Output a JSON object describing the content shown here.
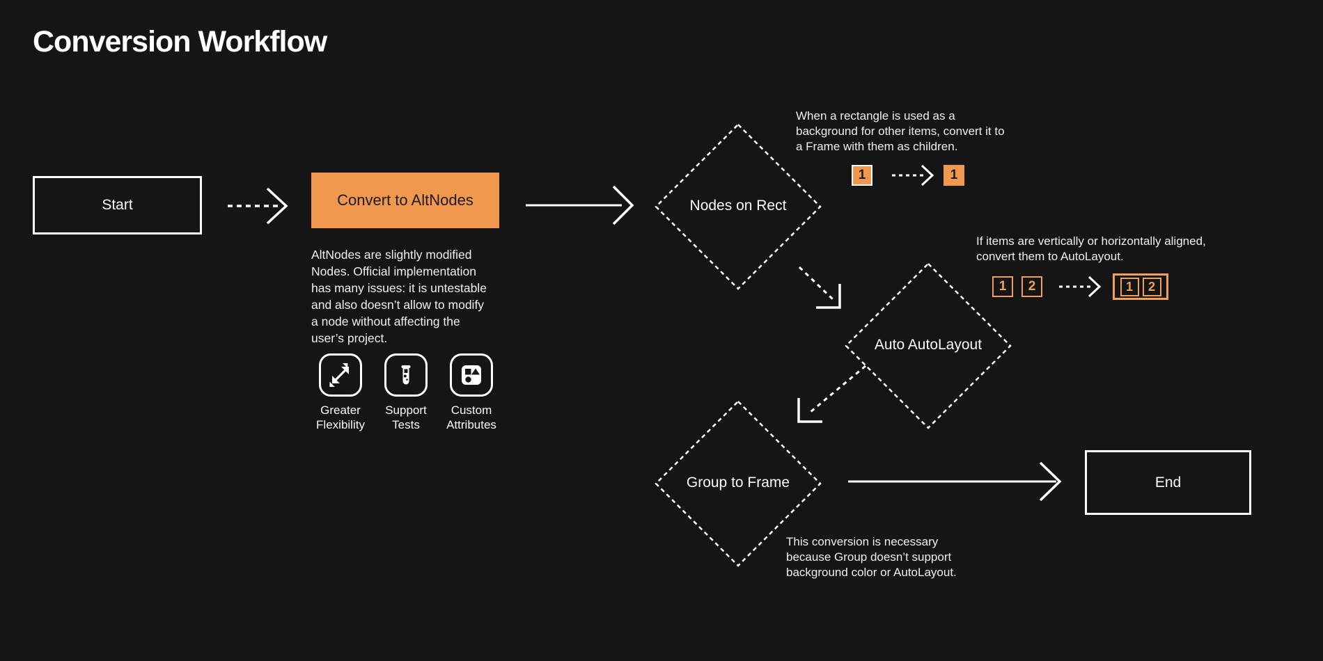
{
  "page": {
    "title": "Conversion Workflow"
  },
  "colors": {
    "background": "#151515",
    "accent_orange": "#F0994E",
    "stroke_white": "#FFFFFF"
  },
  "nodes": {
    "start": {
      "label": "Start"
    },
    "convert_to_altnodes": {
      "label": "Convert to AltNodes"
    },
    "nodes_on_rect": {
      "label": "Nodes on Rect"
    },
    "auto_autolayout": {
      "label": "Auto AutoLayout"
    },
    "group_to_frame": {
      "label": "Group to Frame"
    },
    "end": {
      "label": "End"
    }
  },
  "altnodes_note": "AltNodes are slightly modified Nodes. Official implementation has many issues: it is untestable and also doesn’t allow to modify a node without affecting the user’s project.",
  "features": [
    {
      "icon": "expand-arrows-icon",
      "label": "Greater Flexibility"
    },
    {
      "icon": "test-tube-icon",
      "label": "Support Tests"
    },
    {
      "icon": "shapes-icon",
      "label": "Custom Attributes"
    }
  ],
  "annotations": {
    "nodes_on_rect": {
      "text": "When a rectangle is used as a background for other items, convert it to a Frame with them as children.",
      "before_items": [
        "1"
      ],
      "after_items": [
        "1"
      ]
    },
    "auto_autolayout": {
      "text": "If items are vertically or horizontally aligned, convert them to AutoLayout.",
      "before_items": [
        "1",
        "2"
      ],
      "after_items": [
        "1",
        "2"
      ]
    },
    "group_to_frame": {
      "text": "This conversion is necessary because Group doesn’t support background color or AutoLayout."
    }
  }
}
